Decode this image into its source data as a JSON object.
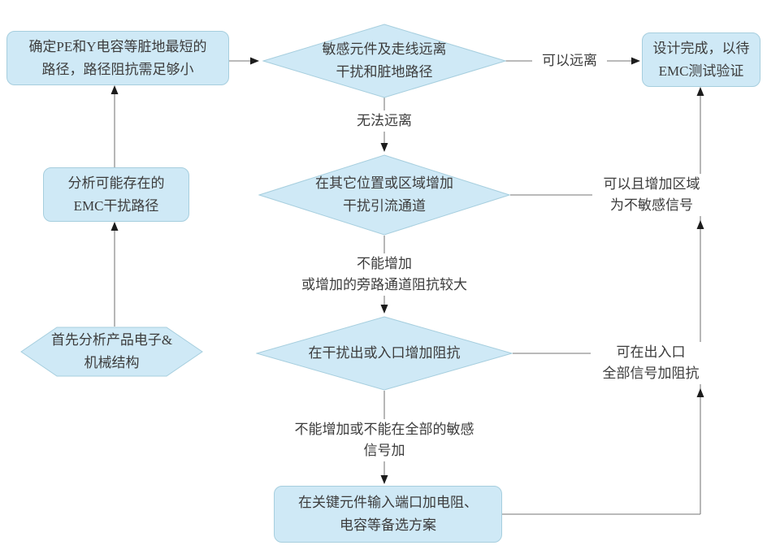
{
  "colors": {
    "background": "#ffffff",
    "node_fill": "#cfe9f6",
    "node_border": "#a6cede",
    "connector": "#909090",
    "arrowhead": "#1c1c1c",
    "text": "#3c3c3c"
  },
  "nodes": {
    "start_hexagon": {
      "shape": "hexagon",
      "lines": [
        "首先分析产品电子&",
        "机械结构"
      ]
    },
    "analyze_emc_paths": {
      "shape": "rounded-rect",
      "lines": [
        "分析可能存在的",
        "EMC干扰路径"
      ]
    },
    "determine_pe_path": {
      "shape": "rounded-rect",
      "lines": [
        "确定PE和Y电容等脏地最短的",
        "路径，路径阻抗需足够小"
      ]
    },
    "keep_away_decision": {
      "shape": "diamond",
      "lines": [
        "敏感元件及走线远离",
        "干扰和脏地路径"
      ]
    },
    "add_bypass_decision": {
      "shape": "diamond",
      "lines": [
        "在其它位置或区域增加",
        "干扰引流通道"
      ]
    },
    "add_impedance_decision": {
      "shape": "diamond",
      "lines": [
        "在干扰出或入口增加阻抗"
      ]
    },
    "key_component_fallback": {
      "shape": "rounded-rect",
      "lines": [
        "在关键元件输入端口加电阻、",
        "电容等备选方案"
      ]
    },
    "design_complete": {
      "shape": "rounded-rect",
      "lines": [
        "设计完成，以待",
        "EMC测试验证"
      ]
    }
  },
  "edge_labels": {
    "can_keep_away": {
      "lines": [
        "可以远离"
      ]
    },
    "cannot_keep_away": {
      "lines": [
        "无法远离"
      ]
    },
    "can_add_nonsensitive_area": {
      "lines": [
        "可以且增加区域",
        "为不敏感信号"
      ]
    },
    "cannot_add_bypass": {
      "lines": [
        "不能增加",
        "或增加的旁路通道阻抗较大"
      ]
    },
    "can_add_impedance_all_ports": {
      "lines": [
        "可在出入口",
        "全部信号加阻抗"
      ]
    },
    "cannot_add_all_sensitive": {
      "lines": [
        "不能增加或不能在全部的敏感",
        "信号加"
      ]
    }
  }
}
